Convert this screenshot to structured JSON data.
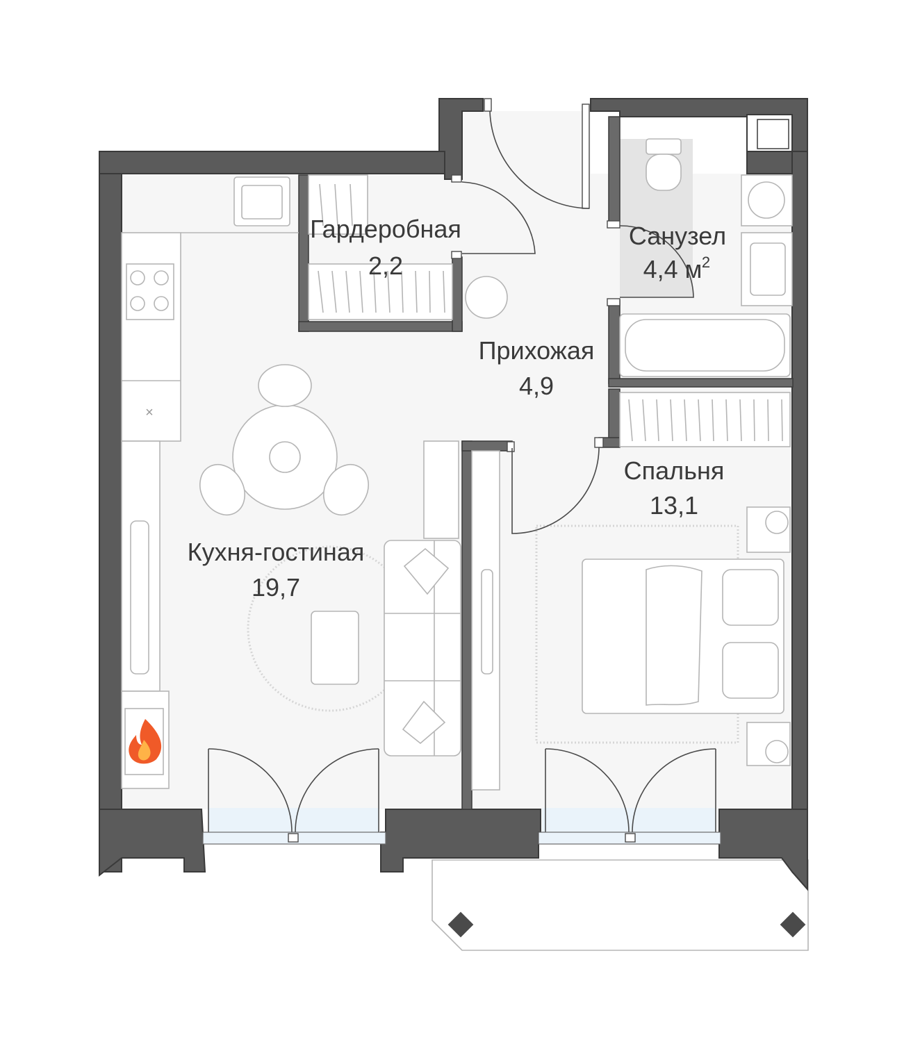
{
  "rooms": [
    {
      "id": "wardrobe",
      "name": "Гардеробная",
      "area": "2,2"
    },
    {
      "id": "bathroom",
      "name": "Санузел",
      "area": "4,4 м",
      "area_unit_sup": "2"
    },
    {
      "id": "hallway",
      "name": "Прихожая",
      "area": "4,9"
    },
    {
      "id": "bedroom",
      "name": "Спальня",
      "area": "13,1"
    },
    {
      "id": "kitchen_living",
      "name": "Кухня-гостиная",
      "area": "19,7"
    }
  ],
  "colors": {
    "wall": "#5b5b5b",
    "floor": "#f6f6f6",
    "bath_floor": "#e4e4e4",
    "glass": "#eaf3fa",
    "furniture_stroke": "#b5b5b5",
    "fire": "#f05a28"
  },
  "icons": [
    "fireplace-flame-icon",
    "balcony-pillar-icon"
  ]
}
